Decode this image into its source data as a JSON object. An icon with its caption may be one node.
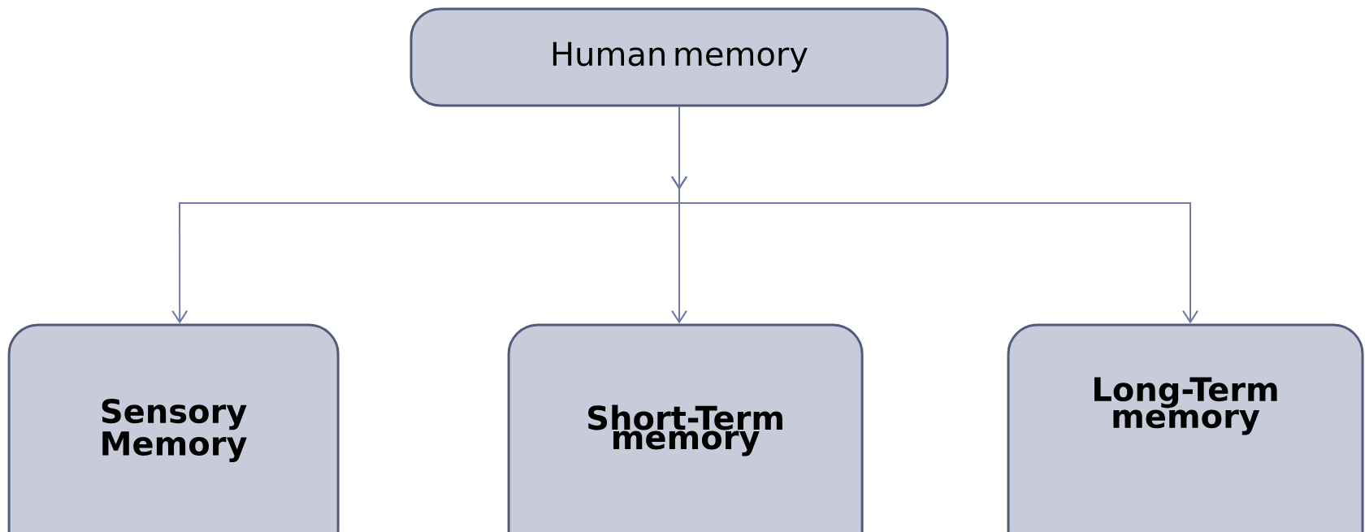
{
  "diagram": {
    "nodes": [
      {
        "text": [
          "Human memory"
        ]
      },
      {
        "text": [
          "Sensory Memory"
        ]
      },
      {
        "text": [
          "Short-Term memory"
        ]
      },
      {
        "text": [
          "Long-Term memory"
        ]
      }
    ],
    "edges": [
      {
        "from": 0,
        "to": 1,
        "arrow": "to"
      },
      {
        "from": 0,
        "to": 2,
        "arrow": "to"
      },
      {
        "from": 0,
        "to": 3,
        "arrow": "to"
      }
    ]
  }
}
